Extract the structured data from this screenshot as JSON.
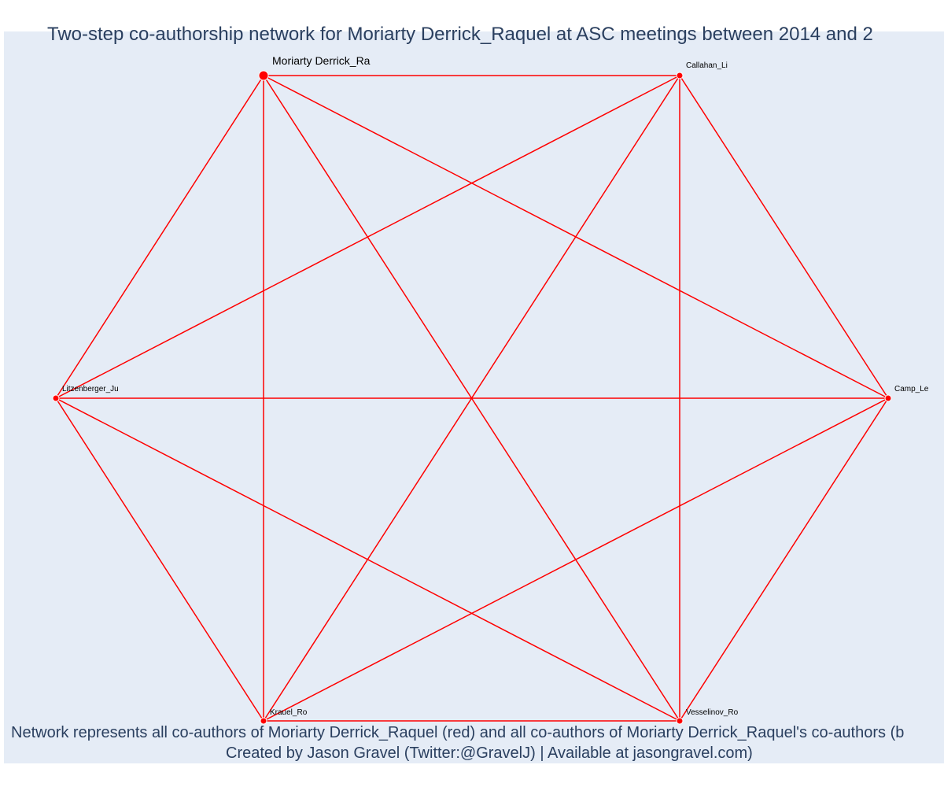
{
  "title": "Two-step co-authorship network for Moriarty Derrick_Raquel at ASC meetings between 2014 and 2",
  "caption": {
    "line1": "Network represents all co-authors of Moriarty Derrick_Raquel (red) and all co-authors of Moriarty Derrick_Raquel's co-authors (b",
    "line2": "Created by Jason Gravel (Twitter:@GravelJ) | Available at jasongravel.com)"
  },
  "colors": {
    "edge": "#ff0000",
    "node": "#ff0000",
    "background": "#e5ecf6",
    "text": "#2a3f5f"
  },
  "network": {
    "focal": "Moriarty Derrick_Ra",
    "nodes": [
      {
        "id": "moriarty",
        "label": "Moriarty Derrick_Ra",
        "focal": true
      },
      {
        "id": "callahan",
        "label": "Callahan_Li",
        "focal": false
      },
      {
        "id": "camp",
        "label": "Camp_Le",
        "focal": false
      },
      {
        "id": "vesselinov",
        "label": "Vesselinov_Ro",
        "focal": false
      },
      {
        "id": "krauel",
        "label": "Krauel_Ro",
        "focal": false
      },
      {
        "id": "litzenberger",
        "label": "Litzenberger_Ju",
        "focal": false
      }
    ],
    "edges": [
      [
        "moriarty",
        "callahan"
      ],
      [
        "moriarty",
        "camp"
      ],
      [
        "moriarty",
        "vesselinov"
      ],
      [
        "moriarty",
        "krauel"
      ],
      [
        "moriarty",
        "litzenberger"
      ],
      [
        "callahan",
        "camp"
      ],
      [
        "callahan",
        "vesselinov"
      ],
      [
        "callahan",
        "krauel"
      ],
      [
        "callahan",
        "litzenberger"
      ],
      [
        "camp",
        "vesselinov"
      ],
      [
        "camp",
        "krauel"
      ],
      [
        "camp",
        "litzenberger"
      ],
      [
        "vesselinov",
        "krauel"
      ],
      [
        "vesselinov",
        "litzenberger"
      ],
      [
        "krauel",
        "litzenberger"
      ]
    ]
  }
}
